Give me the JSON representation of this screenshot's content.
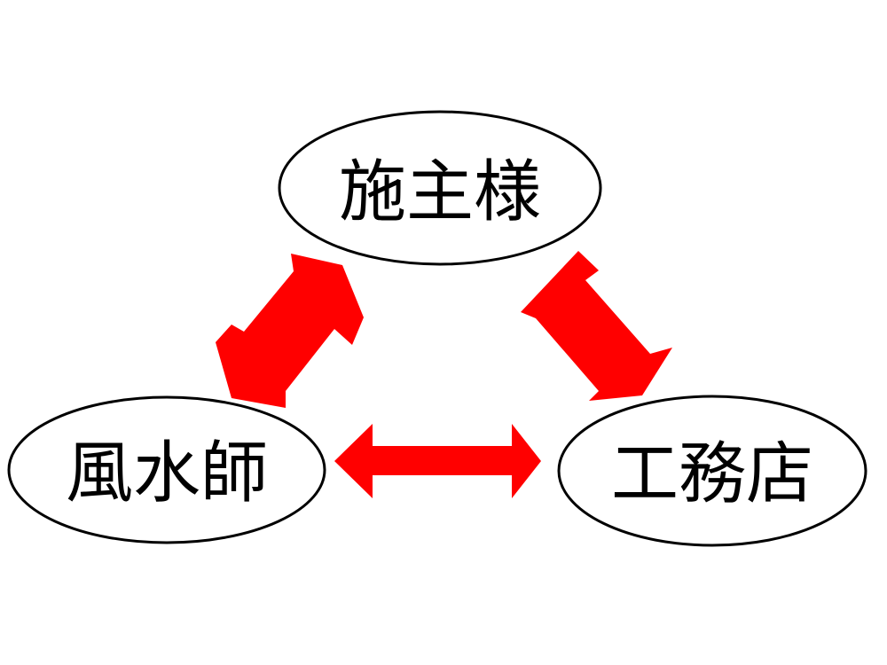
{
  "nodes": {
    "owner": {
      "label": "施主様"
    },
    "fengshui_master": {
      "label": "風水師"
    },
    "contractor": {
      "label": "工務店"
    }
  },
  "arrows": [
    {
      "from": "owner",
      "to": "fengshui_master",
      "direction": "bidirectional"
    },
    {
      "from": "owner",
      "to": "contractor",
      "direction": "bidirectional"
    },
    {
      "from": "fengshui_master",
      "to": "contractor",
      "direction": "bidirectional"
    }
  ],
  "colors": {
    "arrow": "#ff0000",
    "node_stroke": "#000000",
    "node_fill": "#ffffff",
    "text": "#000000"
  }
}
